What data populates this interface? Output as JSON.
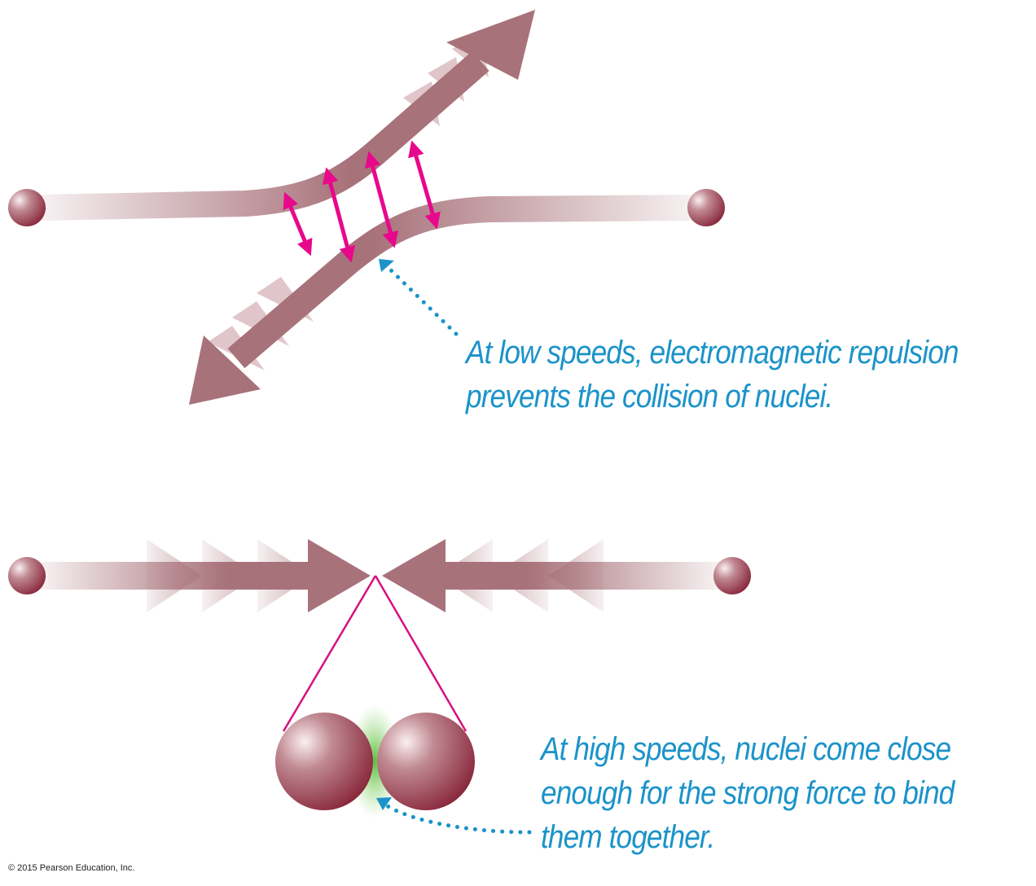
{
  "captions": {
    "low_speed_line1": "At low speeds, electromagnetic repulsion",
    "low_speed_line2": "prevents the collision of nuclei.",
    "high_speed_line1": "At high speeds, nuclei come close",
    "high_speed_line2": "enough for the strong force to bind",
    "high_speed_line3": "them together."
  },
  "copyright": "© 2015 Pearson Education, Inc.",
  "colors": {
    "arrow": "#a8727a",
    "nucleus": "#8c2a3e",
    "repulsion": "#e8088c",
    "callout": "#1b93c9",
    "strong_force": "#6cc04a"
  }
}
